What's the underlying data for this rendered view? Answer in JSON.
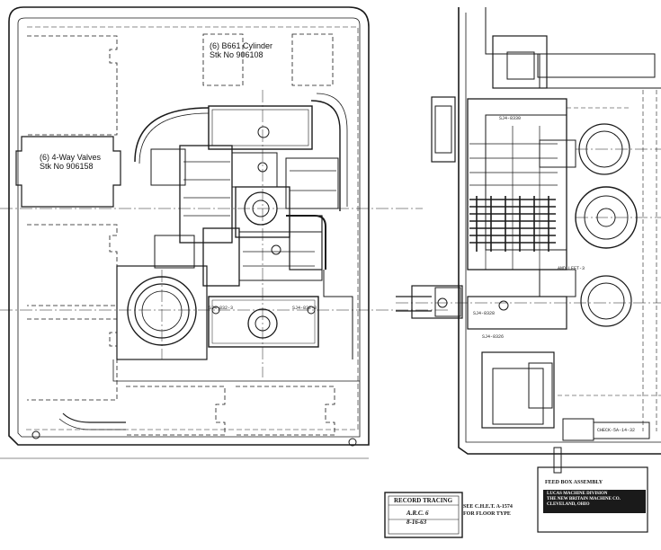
{
  "labels": {
    "cylinder": {
      "line1": "(6) B661 Cylinder",
      "line2": "Stk No 906108"
    },
    "valves": {
      "line1": "(6) 4-Way Valves",
      "line2": "Stk No 906158"
    }
  },
  "part_tags": {
    "tag1": "SJ4-8330",
    "tag2": "SJ4-832-3",
    "tag3": "SJ4-832-3",
    "tag4": "SJ4-8328",
    "tag5": "SJ4-8326"
  },
  "notes": {
    "note1": "AND LEFT-3",
    "note2": "CHECK-5A-14-32"
  },
  "record_box": {
    "title": "RECORD TRACING",
    "row1": "A.R.C. 6",
    "row2": "8-16-63"
  },
  "see_note": {
    "line1": "SEE C.H.E.T. A-1574",
    "line2": "FOR FLOOR TYPE"
  },
  "title_block": {
    "line1": "FEED BOX ASSEMBLY",
    "line2": "LUCAS MACHINE DIVISION",
    "line3": "THE NEW BRITAIN MACHINE CO.",
    "line4": "CLEVELAND, OHIO"
  }
}
